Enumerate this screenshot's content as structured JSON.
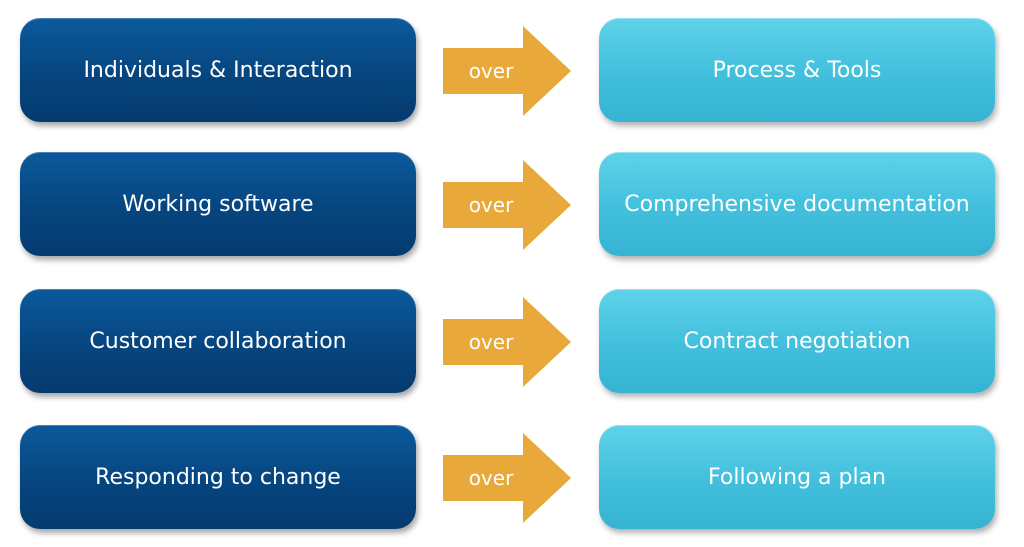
{
  "rows": [
    {
      "left": "Individuals & Interaction",
      "connector": "over",
      "right": "Process & Tools"
    },
    {
      "left": "Working software",
      "connector": "over",
      "right": "Comprehensive documentation"
    },
    {
      "left": "Customer collaboration",
      "connector": "over",
      "right": "Contract negotiation"
    },
    {
      "left": "Responding to change",
      "connector": "over",
      "right": "Following a plan"
    }
  ],
  "colors": {
    "left_box": "#06457f",
    "right_box": "#41bfdc",
    "arrow": "#e8a93a"
  }
}
